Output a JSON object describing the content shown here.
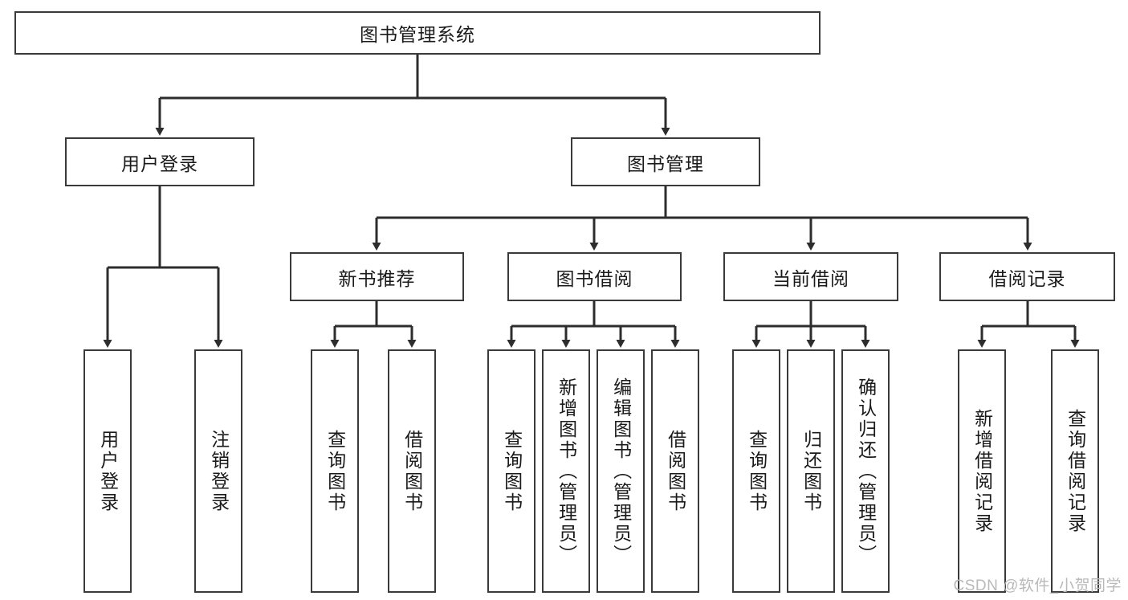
{
  "diagram": {
    "type": "tree",
    "title": "图书管理系统",
    "root": {
      "label": "图书管理系统"
    },
    "level2": [
      {
        "label": "用户登录"
      },
      {
        "label": "图书管理"
      }
    ],
    "level3": [
      {
        "label": "新书推荐"
      },
      {
        "label": "图书借阅"
      },
      {
        "label": "当前借阅"
      },
      {
        "label": "借阅记录"
      }
    ],
    "leaves": {
      "user_login": [
        {
          "label": "用户登录"
        },
        {
          "label": "注销登录"
        }
      ],
      "new_book_recommend": [
        {
          "label": "查询图书"
        },
        {
          "label": "借阅图书"
        }
      ],
      "book_borrow": [
        {
          "label": "查询图书"
        },
        {
          "label": "新增图书（管理员）"
        },
        {
          "label": "编辑图书（管理员）"
        },
        {
          "label": "借阅图书"
        }
      ],
      "current_borrow": [
        {
          "label": "查询图书"
        },
        {
          "label": "归还图书"
        },
        {
          "label": "确认归还（管理员）"
        }
      ],
      "borrow_records": [
        {
          "label": "新增借阅记录"
        },
        {
          "label": "查询借阅记录"
        }
      ]
    },
    "watermark": "CSDN @软件_小贺同学",
    "colors": {
      "border": "#3a3a3a",
      "background": "#ffffff",
      "text": "#1a1a1a",
      "watermark": "#b9b9b9"
    }
  }
}
